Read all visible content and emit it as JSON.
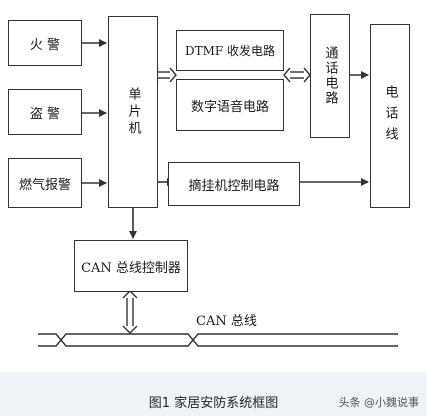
{
  "boxes": {
    "fire": "火  警",
    "theft": "盗  警",
    "gas": "燃气报警",
    "mcu": "单片机",
    "dtmf": "DTMF 收发电路",
    "voice": "数字语音电路",
    "hookswitch": "摘挂机控制电路",
    "call": "通话电路",
    "phoneline": "电话线",
    "can_controller": "CAN 总线控制器"
  },
  "bus_label": "CAN 总线",
  "caption": "图1 家居安防系统框图",
  "watermark": "头条 @小魏说事"
}
